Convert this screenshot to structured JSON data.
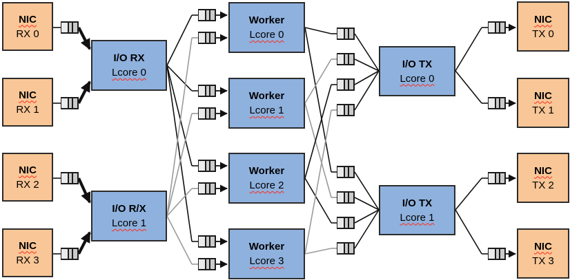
{
  "colors": {
    "nic_fill": "#F8C697",
    "core_fill": "#8FB1DE",
    "block_border": "#2b2b2b",
    "line_black": "#111111",
    "line_gray": "#9a9a9a",
    "queue_light": "#ebebeb",
    "queue_gray": "#cbcbcb",
    "queue_border": "#1b1b1b",
    "squiggle_red": "#ff2a1a"
  },
  "icons": {
    "queue": "fifo-queue-icon"
  },
  "nic_rx": [
    {
      "name": "NIC",
      "port": "RX 0"
    },
    {
      "name": "NIC",
      "port": "RX 1"
    },
    {
      "name": "NIC",
      "port": "RX 2"
    },
    {
      "name": "NIC",
      "port": "RX 3"
    }
  ],
  "io_rx": [
    {
      "title": "I/O RX",
      "core": "Lcore 0"
    },
    {
      "title": "I/O R/X",
      "core": "Lcore 1"
    }
  ],
  "workers": [
    {
      "title": "Worker",
      "core": "Lcore 0"
    },
    {
      "title": "Worker",
      "core": "Lcore 1"
    },
    {
      "title": "Worker",
      "core": "Lcore 2"
    },
    {
      "title": "Worker",
      "core": "Lcore 3"
    }
  ],
  "io_tx": [
    {
      "title": "I/O TX",
      "core": "Lcore 0"
    },
    {
      "title": "I/O TX",
      "core": "Lcore 1"
    }
  ],
  "nic_tx": [
    {
      "name": "NIC",
      "port": "TX 0"
    },
    {
      "name": "NIC",
      "port": "TX 1"
    },
    {
      "name": "NIC",
      "port": "TX 2"
    },
    {
      "name": "NIC",
      "port": "TX 3"
    }
  ]
}
